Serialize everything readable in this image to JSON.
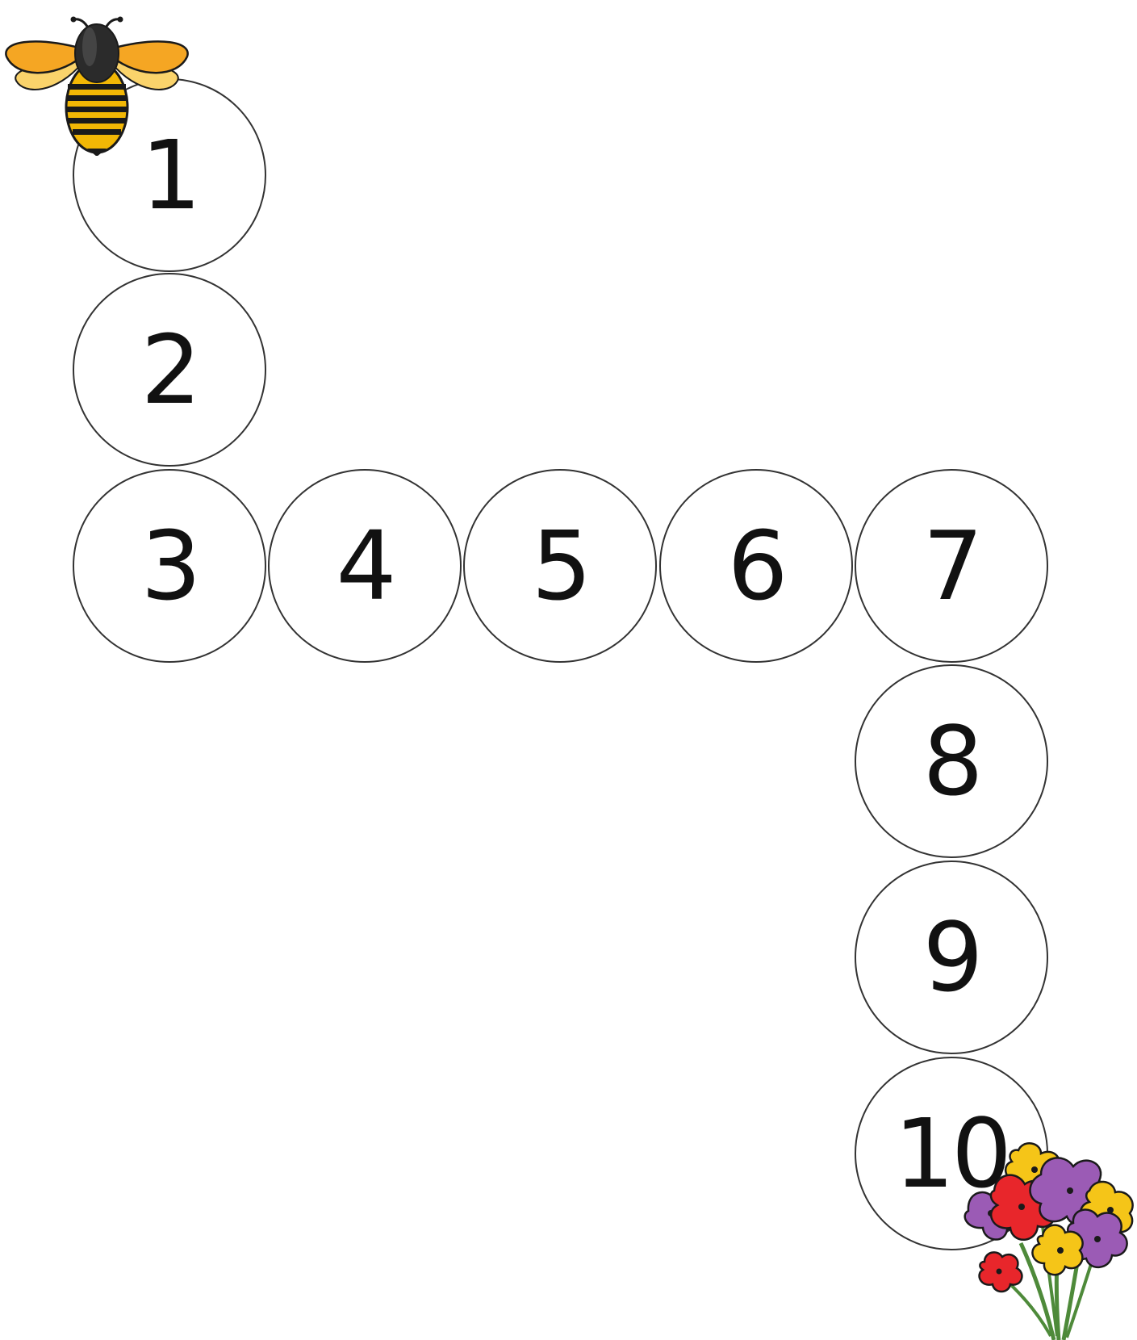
{
  "path": {
    "spaces": [
      "1",
      "2",
      "3",
      "4",
      "5",
      "6",
      "7",
      "8",
      "9",
      "10"
    ]
  },
  "decorations": {
    "start_icon": "bee-icon",
    "finish_icon": "flower-bouquet-icon"
  },
  "colors": {
    "circle_stroke": "#333333",
    "number_text": "#111111",
    "bee_wing": "#F5A623",
    "bee_wing_light": "#FAD36B",
    "bee_body_stripe": "#F2B705",
    "bee_dark": "#1A1A1A",
    "flower_red": "#E8262B",
    "flower_purple": "#9B5BB5",
    "flower_yellow": "#F5C518",
    "stem_green": "#4E8A3A"
  }
}
